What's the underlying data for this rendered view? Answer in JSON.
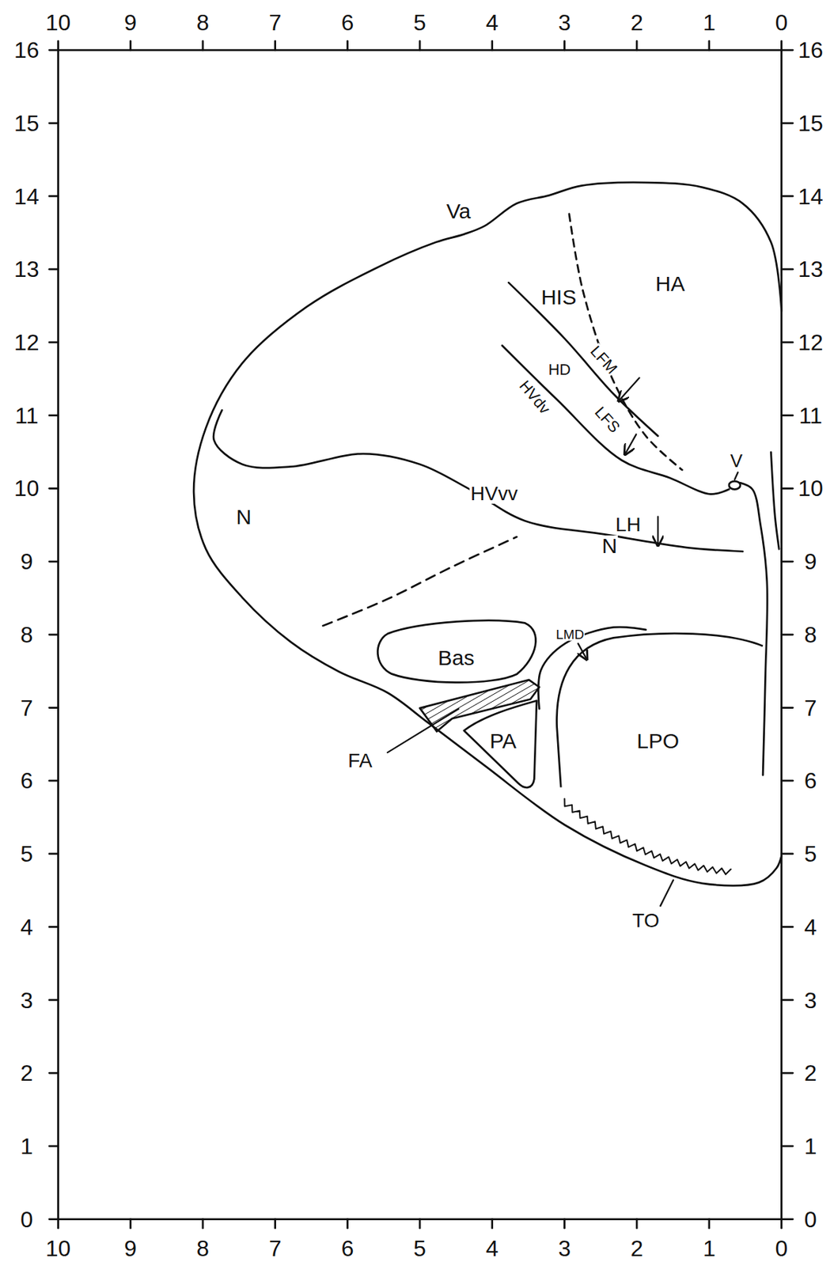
{
  "diagram": {
    "nodes": [
      {
        "text": [
          "Bas"
        ]
      },
      {
        "text": [
          "PA"
        ]
      },
      {
        "text": [
          "LPO"
        ]
      }
    ],
    "labels": [
      "10",
      "9",
      "8",
      "7",
      "6",
      "5",
      "4",
      "3",
      "2",
      "1",
      "0",
      "Va",
      "HIS",
      "HA",
      "HD",
      "LFM",
      "HVdv",
      "LFS",
      "V",
      "HVvv",
      "N",
      "LH",
      "N",
      "LMD",
      "FA",
      "TO",
      "16",
      "15",
      "14",
      "13",
      "12",
      "11",
      "10",
      "9",
      "8",
      "7",
      "6",
      "5",
      "4",
      "3",
      "2",
      "1",
      "0",
      "16",
      "15",
      "14",
      "13",
      "12",
      "11",
      "10",
      "9",
      "8",
      "7",
      "6",
      "5",
      "4",
      "3",
      "2",
      "1",
      "0",
      "10",
      "9",
      "8",
      "7",
      "6",
      "5",
      "4",
      "3",
      "2",
      "1",
      "0"
    ]
  }
}
